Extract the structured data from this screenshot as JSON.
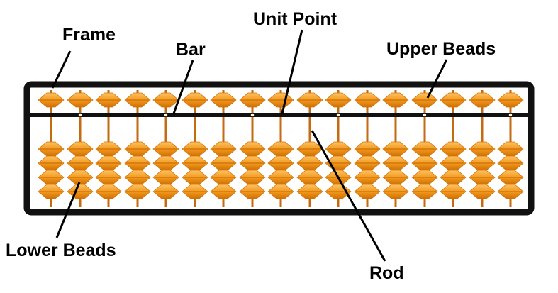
{
  "labels": {
    "frame": "Frame",
    "bar": "Bar",
    "unit_point": "Unit Point",
    "upper_beads": "Upper Beads",
    "lower_beads": "Lower Beads",
    "rod": "Rod"
  },
  "abacus": {
    "rod_count": 17,
    "upper_beads_per_rod": 1,
    "lower_beads_per_rod": 4,
    "unit_point_rods": [
      1,
      4,
      7,
      10,
      13,
      16
    ]
  },
  "colors": {
    "frame": "#111111",
    "bead": "#f29a1e",
    "bead_highlight": "#ffc264",
    "bead_shadow": "#cf7005",
    "rod": "#c46a10",
    "background": "#ffffff"
  }
}
